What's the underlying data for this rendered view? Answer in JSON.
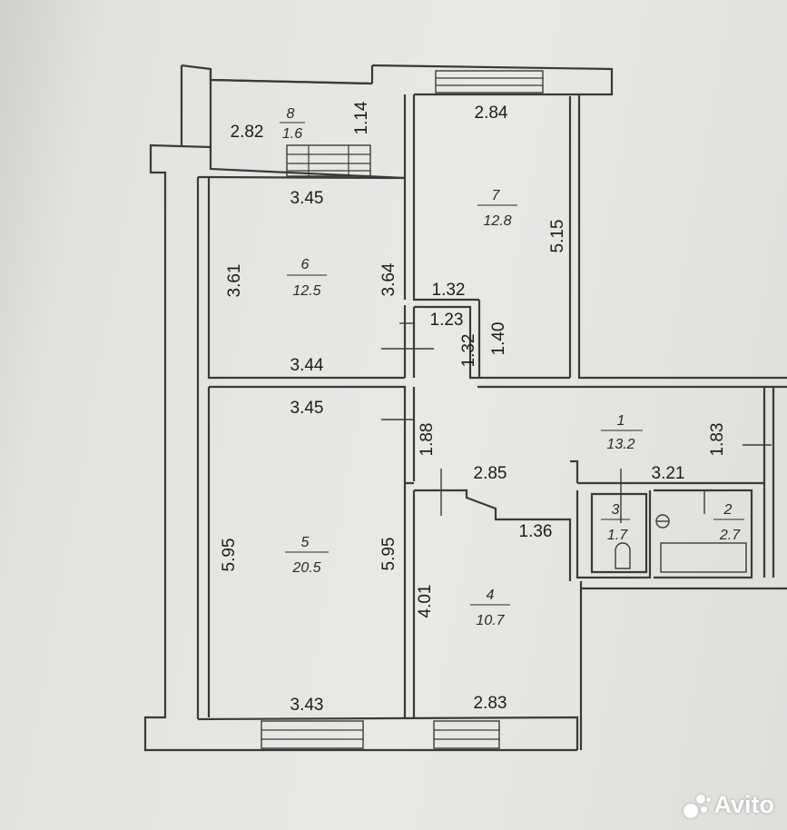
{
  "rooms": [
    {
      "id": "8",
      "num": "8",
      "area": "1.6"
    },
    {
      "id": "7",
      "num": "7",
      "area": "12.8"
    },
    {
      "id": "6",
      "num": "6",
      "area": "12.5"
    },
    {
      "id": "1",
      "num": "1",
      "area": "13.2"
    },
    {
      "id": "5",
      "num": "5",
      "area": "20.5"
    },
    {
      "id": "4",
      "num": "4",
      "area": "10.7"
    },
    {
      "id": "3",
      "num": "3",
      "area": "1.7"
    },
    {
      "id": "2",
      "num": "2",
      "area": "2.7"
    }
  ],
  "dimensions": {
    "balcony_width": "2.82",
    "balcony_depth": "1.14",
    "room7_width": "2.84",
    "room6_top": "3.45",
    "room7_height": "5.15",
    "room6_left": "3.61",
    "room6_right": "3.64",
    "niche_width": "1.32",
    "niche_inner": "1.23",
    "niche_height_a": "1.32",
    "niche_height_b": "1.40",
    "room6_bottom": "3.44",
    "room5_top": "3.45",
    "hall_height": "1.88",
    "hall_width": "2.85",
    "bath_width": "3.21",
    "bath_height": "1.83",
    "room4_step": "1.36",
    "room5_left": "5.95",
    "room5_right": "5.95",
    "room4_height": "4.01",
    "room5_bottom": "3.43",
    "room4_bottom": "2.83"
  },
  "watermark": "Avito",
  "colors": {
    "paper": "#e6e6e3",
    "line": "#3a3a3a",
    "text": "#1c1c1c"
  }
}
